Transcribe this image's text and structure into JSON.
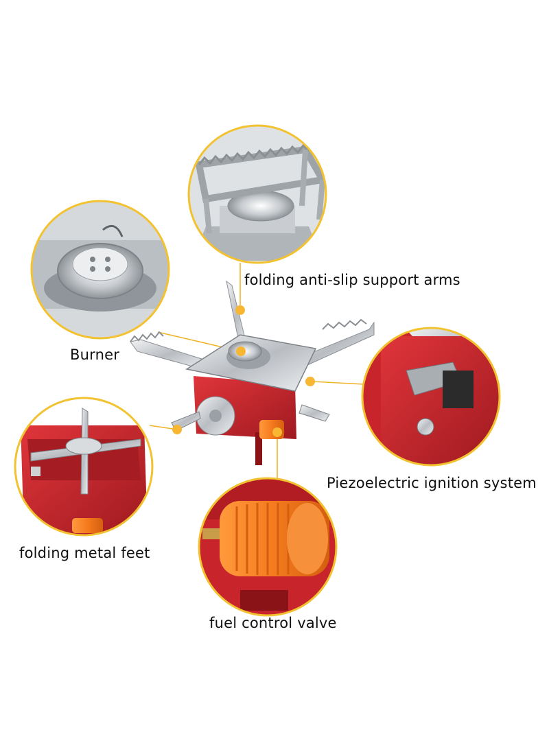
{
  "labels": {
    "support_arms": "folding anti-slip support arms",
    "burner": "Burner",
    "ignition": "Piezoelectric ignition system",
    "feet": "folding metal feet",
    "valve": "fuel control valve"
  },
  "colors": {
    "callout_ring": "#f2c230",
    "leader_line": "#f0b429",
    "marker_dot": "#f7b733",
    "stove_red": "#c8242b",
    "steel": "#c9ccd0",
    "knob_orange": "#f47c20"
  }
}
